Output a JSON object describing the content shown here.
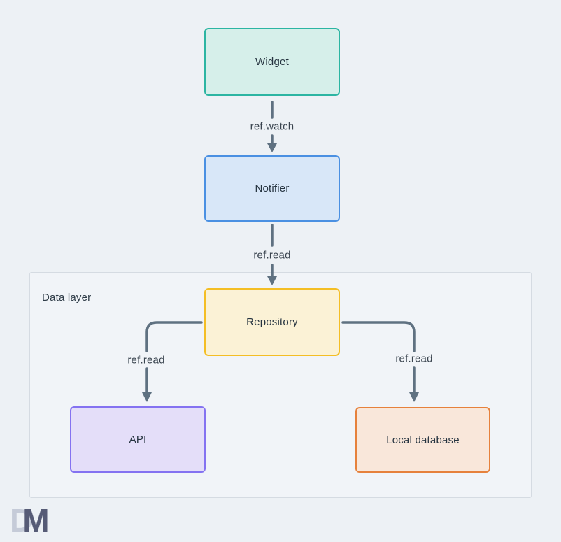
{
  "background": "#edf1f5",
  "diagram": {
    "nodes": [
      {
        "id": "widget",
        "label": "Widget",
        "border_color": "#2cb5a2",
        "fill_color": "#d6efea"
      },
      {
        "id": "notifier",
        "label": "Notifier",
        "border_color": "#4a90e2",
        "fill_color": "#d8e7f8"
      },
      {
        "id": "repository",
        "label": "Repository",
        "border_color": "#f4be25",
        "fill_color": "#fbf2d6"
      },
      {
        "id": "api",
        "label": "API",
        "border_color": "#8472f1",
        "fill_color": "#e4def9"
      },
      {
        "id": "local-database",
        "label": "Local database",
        "border_color": "#e6813c",
        "fill_color": "#f9e7da"
      }
    ],
    "group": {
      "label": "Data layer",
      "border_color": "#d5dbe2",
      "fill_color": "#f1f4f8"
    },
    "edges": [
      {
        "from": "widget",
        "to": "notifier",
        "label": "ref.watch"
      },
      {
        "from": "notifier",
        "to": "repository",
        "label": "ref.read"
      },
      {
        "from": "repository",
        "to": "api",
        "label": "ref.read"
      },
      {
        "from": "repository",
        "to": "local-database",
        "label": "ref.read"
      }
    ],
    "edge_color": "#5f7181",
    "edge_label_color": "#39434e",
    "node_label_color": "#263440"
  },
  "logo": {
    "letter_d": "D",
    "letter_m": "M",
    "d_color": "#c5cbd8",
    "m_color": "#565b76"
  }
}
